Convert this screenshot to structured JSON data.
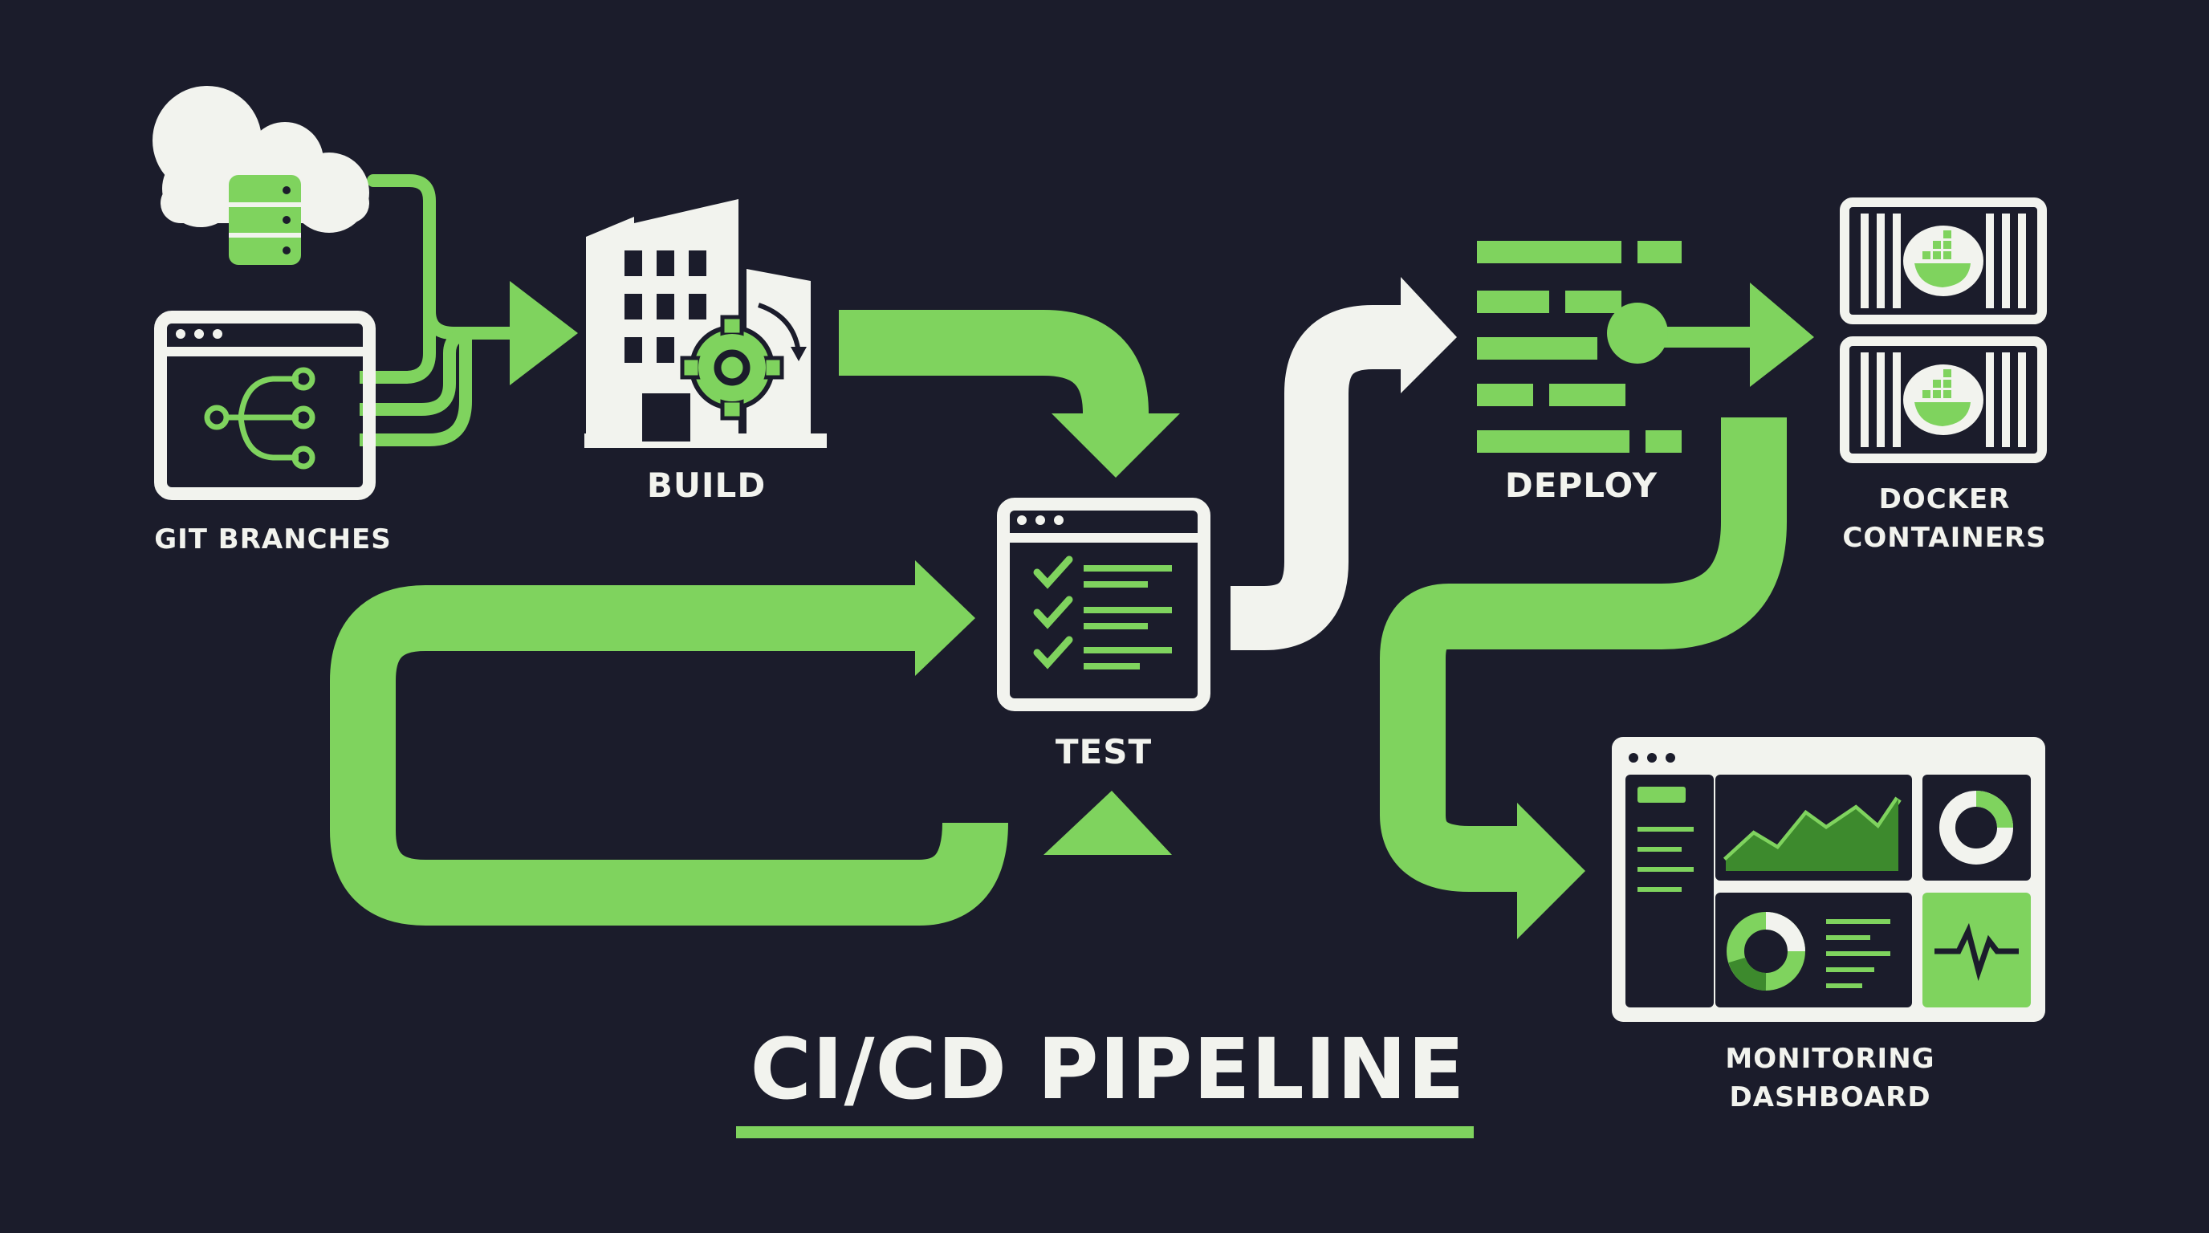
{
  "labels": {
    "git_branches": "GIT BRANCHES",
    "build": "BUILD",
    "test": "TEST",
    "deploy": "DEPLOY",
    "docker_line1": "DOCKER",
    "docker_line2": "CONTAINERS",
    "monitoring_line1": "MONITORING",
    "monitoring_line2": "DASHBOARD"
  },
  "title": "CI/CD PIPELINE",
  "colors": {
    "background": "#1b1c2b",
    "green": "#7fd35e",
    "white": "#f2f3ee",
    "dark_green": "#3d8a2d"
  },
  "icons": {
    "git": [
      "cloud-icon",
      "database-icon",
      "browser-window-icon",
      "branch-icon"
    ],
    "build": [
      "building-icon",
      "gear-icon"
    ],
    "test": "checklist-window-icon",
    "deploy": "deploy-bars-icon",
    "docker": "docker-whale-icon",
    "monitoring": "dashboard-icon"
  }
}
